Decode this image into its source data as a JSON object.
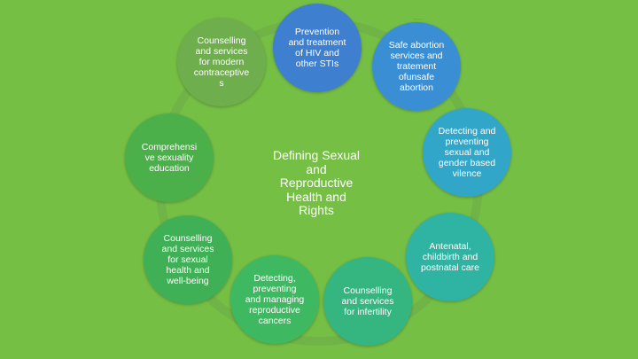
{
  "center": {
    "title": "Defining Sexual\nand\nReproductive\nHealth and\nRights"
  },
  "nodes": [
    {
      "label": "Counselling\nand services\nfor modern\ncontraceptive\ns",
      "color": "#6fae4c"
    },
    {
      "label": "Prevention\nand treatment\nof HIV and\nother STIs",
      "color": "#3f7fd0"
    },
    {
      "label": "Safe abortion\nservices and\ntratement\nofunsafe\nabortion",
      "color": "#3a8fd4"
    },
    {
      "label": "Comprehensi\nve sexuality\neducation",
      "color": "#4cb04a"
    },
    {
      "label": "Detecting and\npreventing\nsexual and\ngender based\nvilence",
      "color": "#32a6c9"
    },
    {
      "label": "Counselling\nand services\nfor sexual\nhealth and\nwell-being",
      "color": "#3fb055"
    },
    {
      "label": "Antenatal,\nchildbirth and\npostnatal care",
      "color": "#2fb3a3"
    },
    {
      "label": "Detecting,\npreventing\nand managing\nreproductive\ncancers",
      "color": "#3fb862"
    },
    {
      "label": "Counselling\nand services\nfor infertility",
      "color": "#35b580"
    }
  ]
}
